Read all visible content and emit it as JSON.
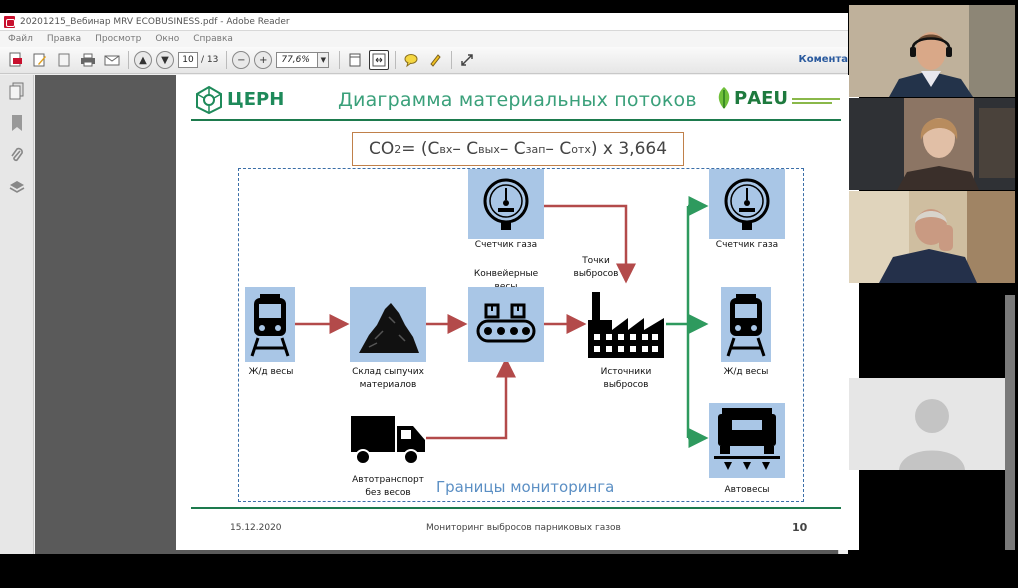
{
  "window": {
    "title": "20201215_Вебинар MRV ECOBUSINESS.pdf - Adobe Reader"
  },
  "menu": [
    "Файл",
    "Правка",
    "Просмотр",
    "Окно",
    "Справка"
  ],
  "toolbar": {
    "current_page": "10",
    "total_pages": "/ 13",
    "zoom": "77,6%",
    "comments_label": "Комента"
  },
  "slide": {
    "title": "Диаграмма материальных потоков",
    "logo_left": "ЦЕРН",
    "logo_right": "РАЕU",
    "formula": {
      "prefix": "CO",
      "co2_sub": "2",
      "eq": " = (C",
      "in_sub": "вх",
      "m1": " – C",
      "out_sub": "вых",
      "m2": " – C",
      "stock_sub": "зап",
      "m3": " – C",
      "waste_sub": "отх",
      "suffix": ") x 3,664"
    },
    "nodes": {
      "rail_in": "Ж/д весы",
      "warehouse_l1": "Склад сыпучих",
      "warehouse_l2": "материалов",
      "gas_meter_top": "Счетчик газа",
      "conveyor_l1": "Конвейерные",
      "conveyor_l2": "весы",
      "emission_points_l1": "Точки",
      "emission_points_l2": "выбросов",
      "sources_l1": "Источники",
      "sources_l2": "выбросов",
      "gas_meter_right": "Счетчик газа",
      "rail_out": "Ж/д весы",
      "truck_l1": "Автотранспорт",
      "truck_l2": "без весов",
      "truck_scale": "Автовесы"
    },
    "boundary_label": "Границы мониторинга",
    "footer_date": "15.12.2020",
    "footer_text": "Мониторинг выбросов парниковых газов",
    "page_number": "10"
  },
  "colors": {
    "accent_green": "#1d7a4d",
    "title_green": "#3aa07a",
    "node_blue": "#a9c6e6",
    "arrow_red": "#b34a4a",
    "arrow_green": "#2e9a5e",
    "boundary_blue": "#3b6ea8"
  }
}
